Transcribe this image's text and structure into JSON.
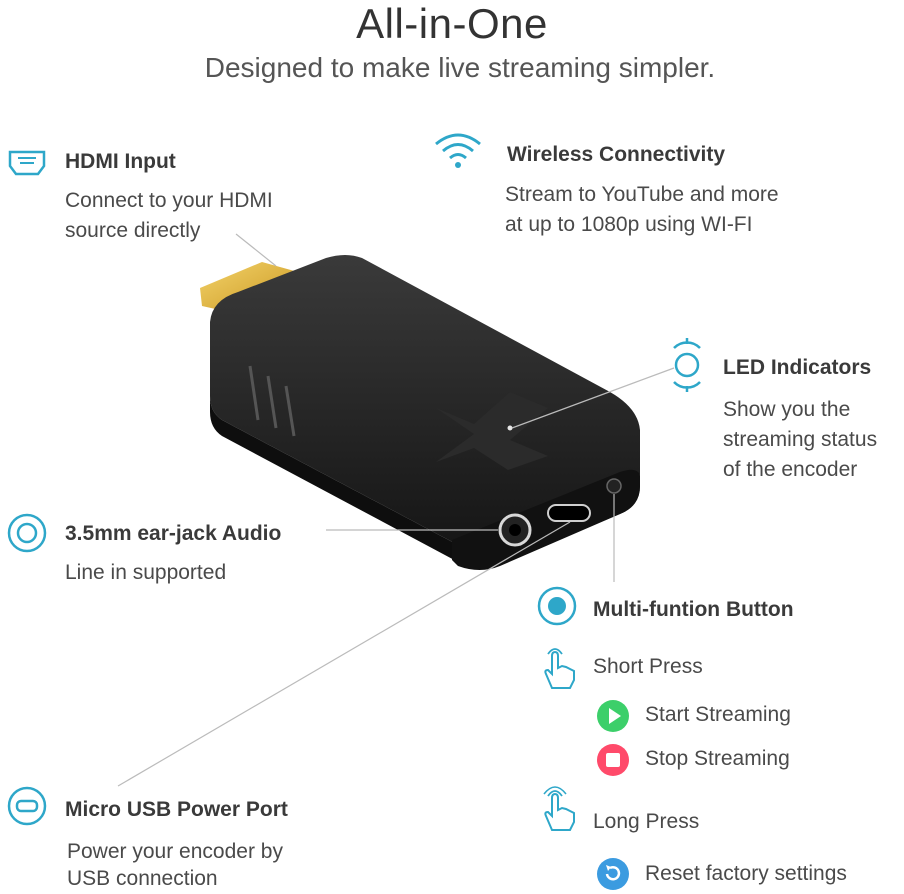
{
  "header": {
    "title": "All-in-One",
    "subtitle": "Designed to make live streaming simpler."
  },
  "colors": {
    "accent": "#2ea7c9",
    "start": "#3ccf6a",
    "stop": "#ff4a6a",
    "reset": "#3b9be0"
  },
  "features": {
    "hdmi": {
      "icon": "hdmi-port-icon",
      "title": "HDMI Input",
      "desc": [
        "Connect to your HDMI",
        "source directly"
      ]
    },
    "wireless": {
      "icon": "wifi-icon",
      "title": "Wireless Connectivity",
      "desc": [
        "Stream to YouTube and more",
        "at up to 1080p using WI-FI"
      ]
    },
    "led": {
      "icon": "led-indicator-icon",
      "title": "LED Indicators",
      "desc": [
        "Show you the",
        "streaming status",
        "of the encoder"
      ]
    },
    "audio": {
      "icon": "audio-jack-icon",
      "title": "3.5mm ear-jack Audio",
      "desc": [
        "Line in supported"
      ]
    },
    "button": {
      "icon": "record-button-icon",
      "title": "Multi-funtion Button"
    },
    "usb": {
      "icon": "micro-usb-icon",
      "title": "Micro USB Power Port",
      "desc": [
        "Power your encoder by",
        "USB connection"
      ]
    }
  },
  "button_actions": {
    "short_press": "Short Press",
    "start": "Start Streaming",
    "stop": "Stop Streaming",
    "long_press": "Long Press",
    "reset": "Reset factory settings"
  }
}
